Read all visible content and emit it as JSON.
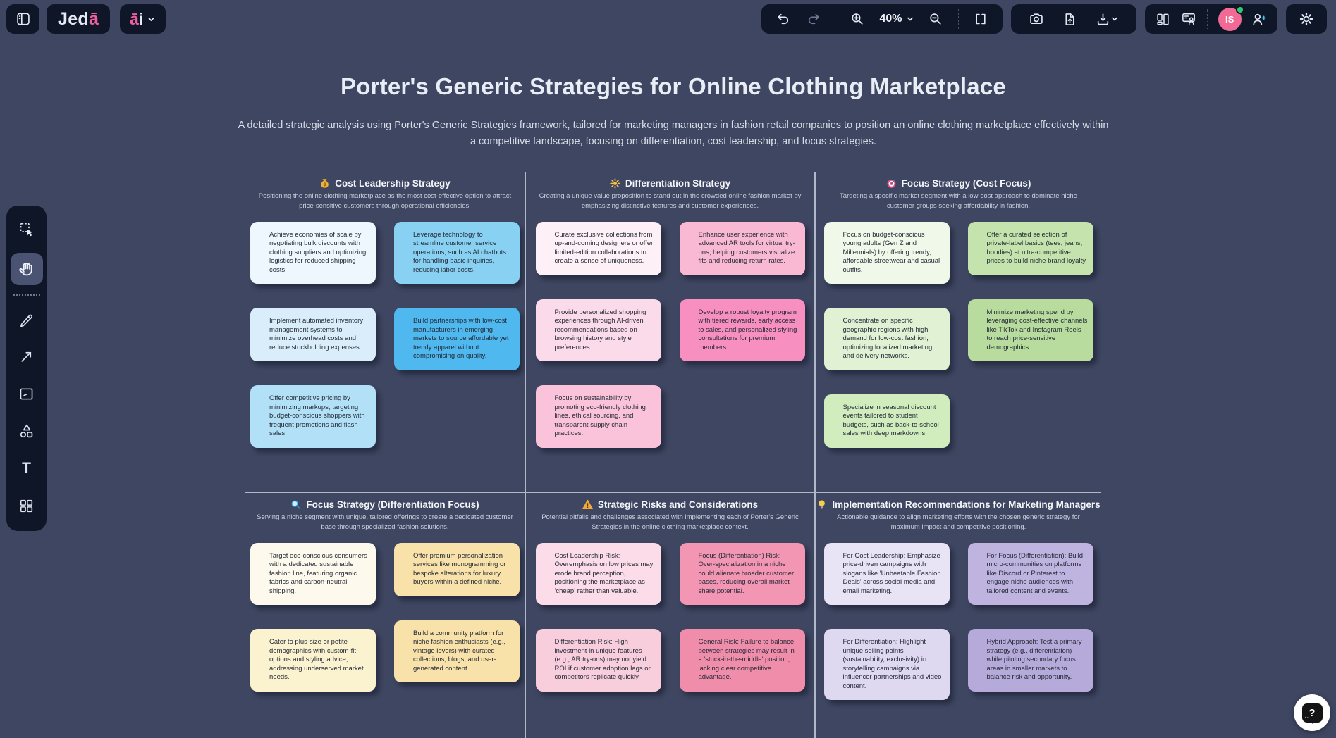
{
  "colors": {
    "accent_pink": "#ee5f9d",
    "avatar_pink": "#f06a95",
    "online_green": "#2fcb6e",
    "add_user_plus": "#3cc3ef",
    "canvas_bg": "#3e4661",
    "toolbar_bg": "#0e1627",
    "divider": "#cdd5e2"
  },
  "topbar": {
    "logo_main": "Jed",
    "logo_accent": "ā",
    "ai_accent": "ā",
    "ai_main": "i",
    "zoom_value": "40%",
    "avatar_initials": "IS"
  },
  "tools": {
    "text_glyph": "T"
  },
  "board": {
    "title": "Porter's Generic Strategies for Online Clothing Marketplace",
    "subtitle": "A detailed strategic analysis using Porter's Generic Strategies framework, tailored for marketing managers in fashion retail companies to position an online clothing marketplace effectively within a competitive landscape, focusing on differentiation, cost leadership, and focus strategies.",
    "sections": [
      {
        "icon": "money-bag",
        "title": "Cost Leadership Strategy",
        "description": "Positioning the online clothing marketplace as the most cost-effective option to attract price-sensitive customers through operational efficiencies.",
        "notes": [
          {
            "text": "Achieve economies of scale by negotiating bulk discounts with clothing suppliers and optimizing logistics for reduced shipping costs.",
            "color": "#edf7fd"
          },
          {
            "text": "Leverage technology to streamline customer service operations, such as AI chatbots for handling basic inquiries, reducing labor costs.",
            "color": "#89d1f3"
          },
          {
            "text": "Implement automated inventory management systems to minimize overhead costs and reduce stockholding expenses.",
            "color": "#d9eefa"
          },
          {
            "text": "Build partnerships with low-cost manufacturers in emerging markets to source affordable yet trendy apparel without compromising on quality.",
            "color": "#4fb8ef"
          },
          {
            "text": "Offer competitive pricing by minimizing markups, targeting budget-conscious shoppers with frequent promotions and flash sales.",
            "color": "#b2e0f6"
          }
        ]
      },
      {
        "icon": "sparkle",
        "title": "Differentiation Strategy",
        "description": "Creating a unique value proposition to stand out in the crowded online fashion market by emphasizing distinctive features and customer experiences.",
        "notes": [
          {
            "text": "Curate exclusive collections from up-and-coming designers or offer limited-edition collaborations to create a sense of uniqueness.",
            "color": "#fdf0f6"
          },
          {
            "text": "Enhance user experience with advanced AR tools for virtual try-ons, helping customers visualize fits and reducing return rates.",
            "color": "#f9b9d3"
          },
          {
            "text": "Provide personalized shopping experiences through AI-driven recommendations based on browsing history and style preferences.",
            "color": "#fbdbe9"
          },
          {
            "text": "Develop a robust loyalty program with tiered rewards, early access to sales, and personalized styling consultations for premium members.",
            "color": "#f78fc0"
          },
          {
            "text": "Focus on sustainability by promoting eco-friendly clothing lines, ethical sourcing, and transparent supply chain practices.",
            "color": "#fac3d9"
          }
        ]
      },
      {
        "icon": "target",
        "title": "Focus Strategy (Cost Focus)",
        "description": "Targeting a specific market segment with a low-cost approach to dominate niche customer groups seeking affordability in fashion.",
        "notes": [
          {
            "text": "Focus on budget-conscious young adults (Gen Z and Millennials) by offering trendy, affordable streetwear and casual outfits.",
            "color": "#f0f8ea"
          },
          {
            "text": "Offer a curated selection of private-label basics (tees, jeans, hoodies) at ultra-competitive prices to build niche brand loyalty.",
            "color": "#c5e3ad"
          },
          {
            "text": "Concentrate on specific geographic regions with high demand for low-cost fashion, optimizing localized marketing and delivery networks.",
            "color": "#e1f1d4"
          },
          {
            "text": "Minimize marketing spend by leveraging cost-effective channels like TikTok and Instagram Reels to reach price-sensitive demographics.",
            "color": "#b8dc9d"
          },
          {
            "text": "Specialize in seasonal discount events tailored to student budgets, such as back-to-school sales with deep markdowns.",
            "color": "#d1ecbd"
          }
        ]
      },
      {
        "icon": "magnifier",
        "title": "Focus Strategy (Differentiation Focus)",
        "description": "Serving a niche segment with unique, tailored offerings to create a dedicated customer base through specialized fashion solutions.",
        "notes": [
          {
            "text": "Target eco-conscious consumers with a dedicated sustainable fashion line, featuring organic fabrics and carbon-neutral shipping.",
            "color": "#fdfaed"
          },
          {
            "text": "Offer premium personalization services like monogramming or bespoke alterations for luxury buyers within a defined niche.",
            "color": "#f8e2a9"
          },
          {
            "text": "Cater to plus-size or petite demographics with custom-fit options and styling advice, addressing underserved market needs.",
            "color": "#fbf2cf"
          },
          {
            "text": "Build a community platform for niche fashion enthusiasts (e.g., vintage lovers) with curated collections, blogs, and user-generated content.",
            "color": "#f8e2a9"
          }
        ]
      },
      {
        "icon": "warning",
        "title": "Strategic Risks and Considerations",
        "description": "Potential pitfalls and challenges associated with implementing each of Porter's Generic Strategies in the online clothing marketplace context.",
        "notes": [
          {
            "text": "Cost Leadership Risk: Overemphasis on low prices may erode brand perception, positioning the marketplace as 'cheap' rather than valuable.",
            "color": "#fbdce8"
          },
          {
            "text": "Focus (Differentiation) Risk: Over-specialization in a niche could alienate broader customer bases, reducing overall market share potential.",
            "color": "#f296b3"
          },
          {
            "text": "Differentiation Risk: High investment in unique features (e.g., AR try-ons) may not yield ROI if customer adoption lags or competitors replicate quickly.",
            "color": "#f8cedd"
          },
          {
            "text": "General Risk: Failure to balance between strategies may result in a 'stuck-in-the-middle' position, lacking clear competitive advantage.",
            "color": "#ef8dab"
          }
        ]
      },
      {
        "icon": "bulb",
        "title": "Implementation Recommendations for Marketing Managers",
        "description": "Actionable guidance to align marketing efforts with the chosen generic strategy for maximum impact and competitive positioning.",
        "notes": [
          {
            "text": "For Cost Leadership: Emphasize price-driven campaigns with slogans like 'Unbeatable Fashion Deals' across social media and email marketing.",
            "color": "#e8e4f6"
          },
          {
            "text": "For Focus (Differentiation): Build micro-communities on platforms like Discord or Pinterest to engage niche audiences with tailored content and events.",
            "color": "#bfb4e0"
          },
          {
            "text": "For Differentiation: Highlight unique selling points (sustainability, exclusivity) in storytelling campaigns via influencer partnerships and video content.",
            "color": "#ded8f0"
          },
          {
            "text": "Hybrid Approach: Test a primary strategy (e.g., differentiation) while piloting secondary focus areas in smaller markets to balance risk and opportunity.",
            "color": "#b6aada"
          }
        ]
      }
    ]
  },
  "help": {
    "label": "?"
  }
}
